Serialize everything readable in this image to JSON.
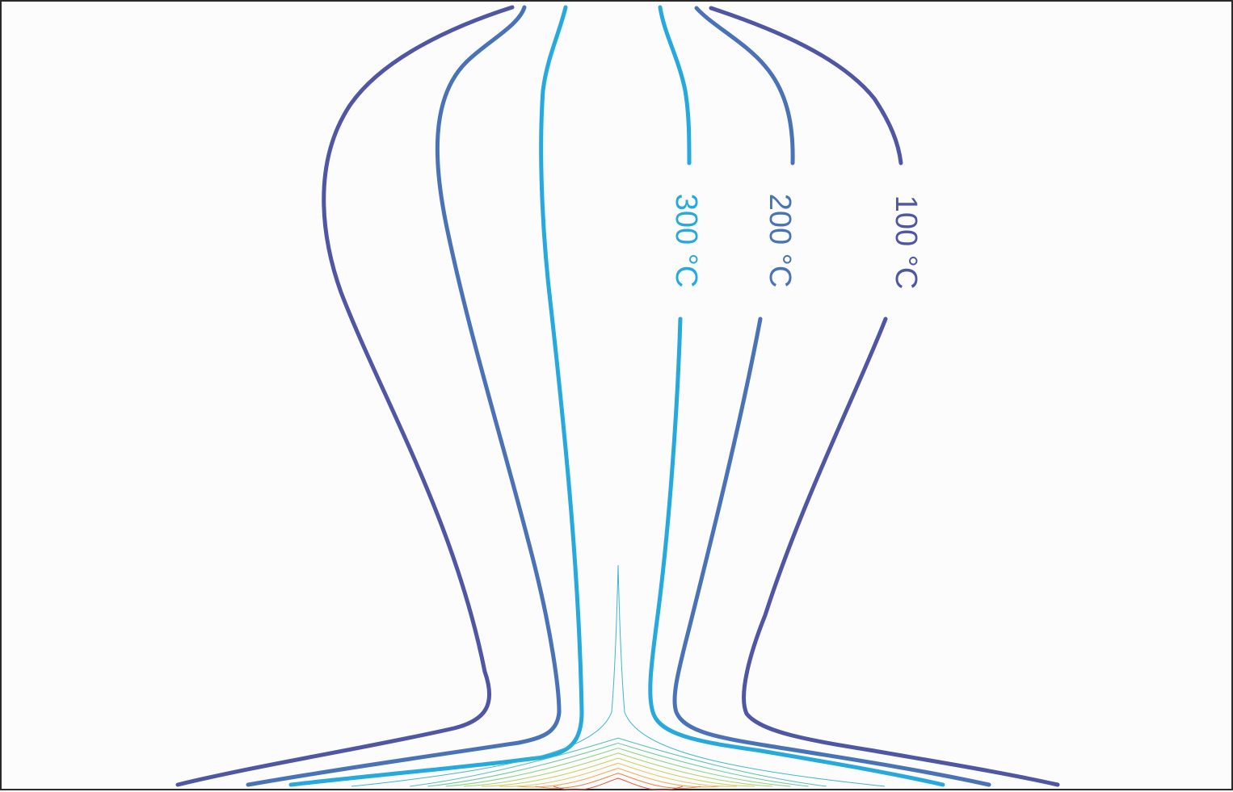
{
  "chart_data": {
    "type": "contour",
    "title": "",
    "xlabel": "",
    "ylabel": "",
    "grid": false,
    "legend": "none",
    "labeled_levels": [
      {
        "label": "100 °C",
        "color": "#4f56a4",
        "role": "outer"
      },
      {
        "label": "200 °C",
        "color": "#4a72b6",
        "role": "middle"
      },
      {
        "label": "300 °C",
        "color": "#26a9dc",
        "role": "inner"
      }
    ],
    "inner_levels": {
      "count": 10,
      "colors": [
        "#3fb6c9",
        "#55bfb0",
        "#6cc79a",
        "#8ccf84",
        "#a9d26f",
        "#c8cf5d",
        "#e2c24f",
        "#f0a545",
        "#f2813d",
        "#e8533a"
      ]
    }
  }
}
